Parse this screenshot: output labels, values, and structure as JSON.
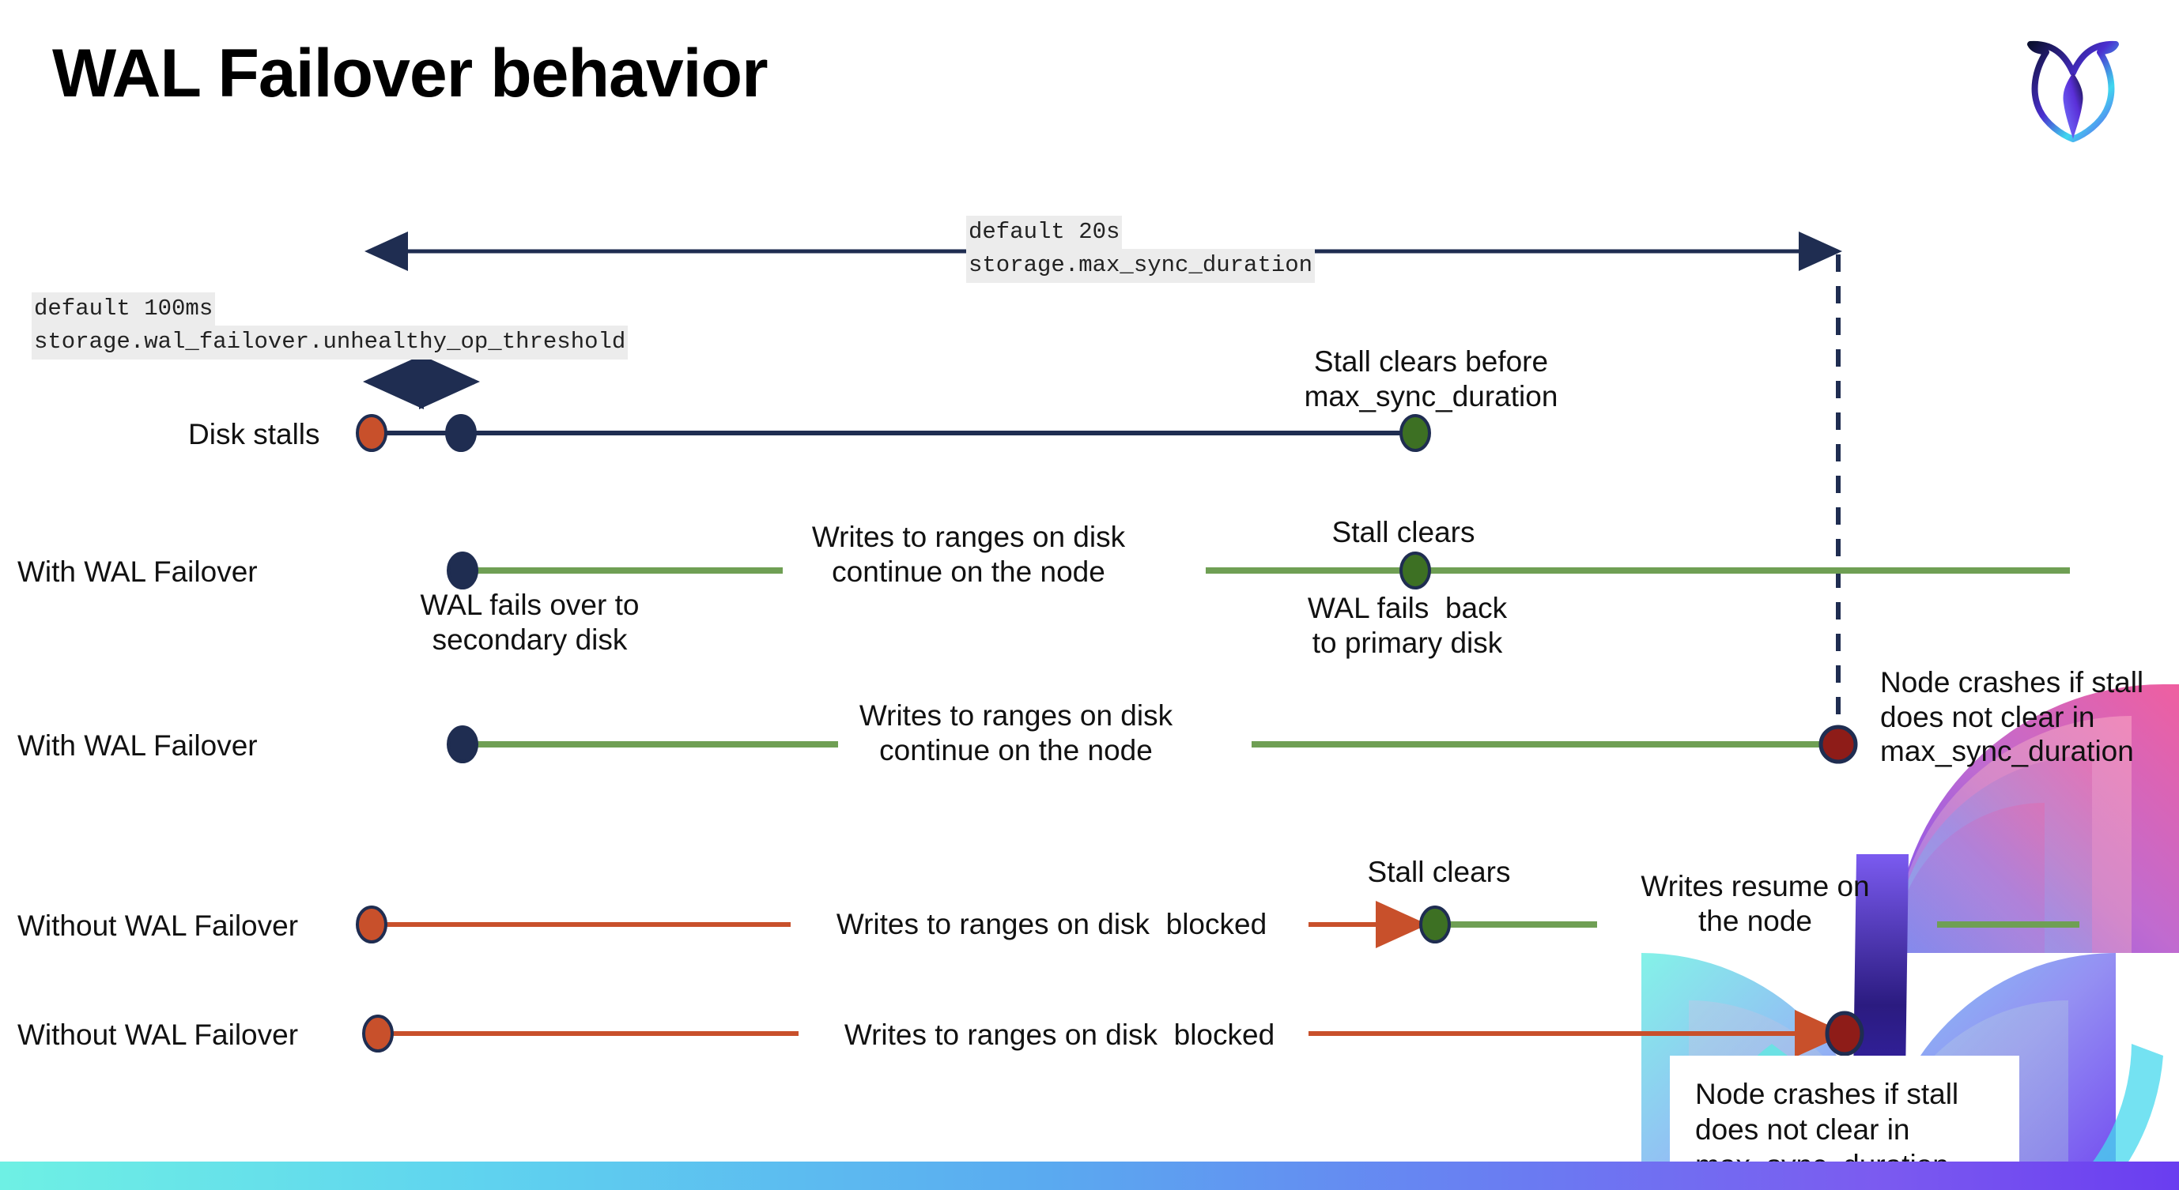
{
  "slide": {
    "title": "WAL Failover behavior",
    "logo_name": "cockroachdb-logo",
    "colors": {
      "navy": "#1f2d51",
      "green": "#6f9f54",
      "orange": "#c8502b",
      "dark_red": "#8e1c18",
      "code_bg": "#ececec",
      "band_start": "#6ef0e4",
      "band_end": "#6a3df0"
    }
  },
  "settings": {
    "unhealthy_threshold": {
      "default_label": "default 100ms",
      "setting_name": "storage.wal_failover.unhealthy_op_threshold"
    },
    "max_sync_duration": {
      "default_label": "default 20s",
      "setting_name": "storage.max_sync_duration"
    }
  },
  "timelines": [
    {
      "id": "disk-stalls",
      "label": "Disk stalls",
      "annotations": [
        "Stall clears before\nmax_sync_duration"
      ]
    },
    {
      "id": "with-wal-failover-clears",
      "label": "With WAL Failover",
      "annotations": [
        "WAL fails over to\nsecondary disk",
        "Writes to ranges on disk\ncontinue on the node",
        "Stall clears",
        "WAL fails  back\nto primary disk"
      ]
    },
    {
      "id": "with-wal-failover-crash",
      "label": "With WAL Failover",
      "annotations": [
        "Writes to ranges on disk\ncontinue on the node",
        "Node crashes if stall\ndoes not clear in\nmax_sync_duration"
      ]
    },
    {
      "id": "without-wal-failover-clears",
      "label": "Without WAL Failover",
      "annotations": [
        "Writes to ranges on disk  blocked",
        "Stall clears",
        "Writes resume on\nthe node"
      ]
    },
    {
      "id": "without-wal-failover-crash",
      "label": "Without WAL Failover",
      "annotations": [
        "Writes to ranges on disk  blocked",
        "Node crashes if stall\ndoes not clear in\nmax_sync_duration"
      ]
    }
  ],
  "labels": {
    "disk_stalls": "Disk stalls",
    "with_wal_failover_1": "With WAL Failover",
    "with_wal_failover_2": "With WAL Failover",
    "without_wal_failover_1": "Without WAL Failover",
    "without_wal_failover_2": "Without WAL Failover",
    "stall_clears_before_max": "Stall clears before\nmax_sync_duration",
    "wal_fails_over": "WAL fails over to\nsecondary disk",
    "writes_continue_1": "Writes to ranges on disk\ncontinue on the node",
    "stall_clears_1": "Stall clears",
    "wal_fails_back": "WAL fails  back\nto primary disk",
    "writes_continue_2": "Writes to ranges on disk\ncontinue on the node",
    "node_crashes_1": "Node crashes if stall\ndoes not clear in\nmax_sync_duration",
    "writes_blocked_1": "Writes to ranges on disk  blocked",
    "stall_clears_2": "Stall clears",
    "writes_resume": "Writes resume on\nthe node",
    "writes_blocked_2": "Writes to ranges on disk  blocked",
    "node_crashes_2": "Node crashes if stall\ndoes not clear in\nmax_sync_duration"
  }
}
